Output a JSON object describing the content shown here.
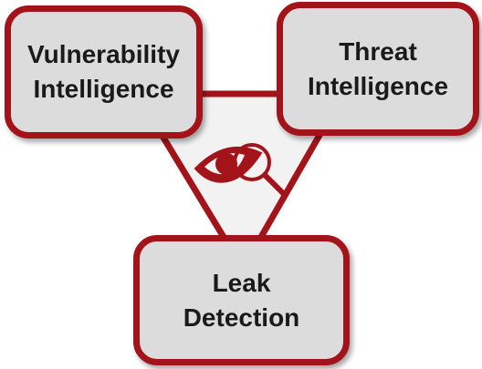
{
  "diagram": {
    "nodes": [
      {
        "id": "vulnerability",
        "label": "Vulnerability\nIntelligence"
      },
      {
        "id": "threat",
        "label": "Threat\nIntelligence"
      },
      {
        "id": "leak",
        "label": "Leak\nDetection"
      }
    ],
    "center_icon": "eye-magnifier-icon",
    "colors": {
      "accent": "#a3141a",
      "node_fill": "#dcdcdc",
      "triangle_fill": "#f2f2f2"
    }
  }
}
